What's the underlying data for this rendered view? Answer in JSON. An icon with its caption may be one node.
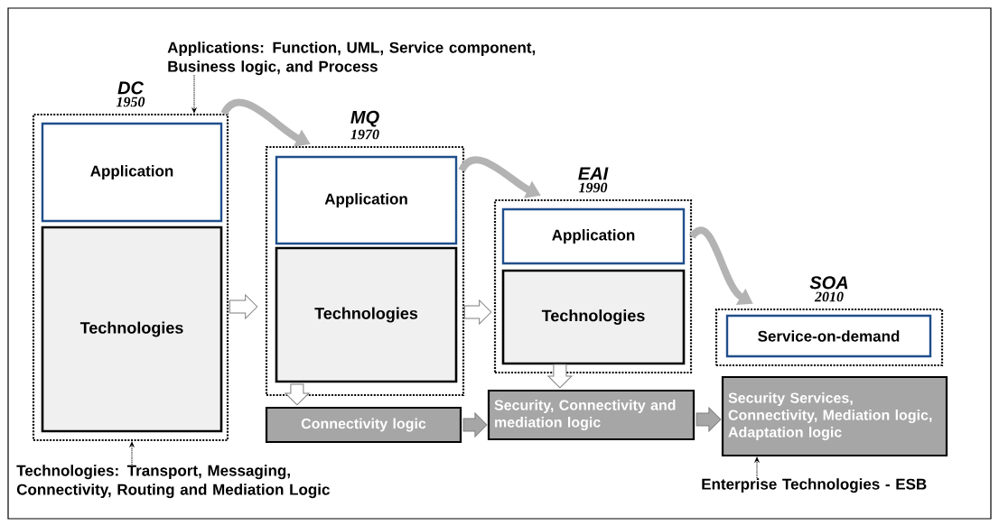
{
  "diagram": {
    "nodes": [
      {
        "text": [
          "DC",
          "1950"
        ]
      },
      {
        "text": [
          "Application"
        ],
        "in": 0
      },
      {
        "text": [
          "Technologies"
        ],
        "in": 0
      },
      {
        "text": [
          "MQ",
          "1970"
        ]
      },
      {
        "text": [
          "Application"
        ],
        "in": 3
      },
      {
        "text": [
          "Technologies"
        ],
        "in": 3
      },
      {
        "text": [
          "EAI",
          "1990"
        ]
      },
      {
        "text": [
          "Application"
        ],
        "in": 6
      },
      {
        "text": [
          "Technologies"
        ],
        "in": 6
      },
      {
        "text": [
          "SOA",
          "2010"
        ]
      },
      {
        "text": [
          "Service-on-demand"
        ],
        "in": 9
      },
      {
        "text": [
          "Connectivity logic"
        ]
      },
      {
        "text": [
          "Security, Connectivity and mediation logic"
        ]
      },
      {
        "text": [
          "Security Services, Connectivity, Mediation logic, Adaptation logic"
        ]
      },
      {
        "text": [
          "Applications: Function, UML, Service component, Business logic, and Process"
        ]
      },
      {
        "text": [
          "Technologies: Transport, Messaging, Connectivity, Routing and Mediation Logic"
        ]
      },
      {
        "text": [
          "Enterprise Technologies - ESB"
        ]
      }
    ],
    "edges": [
      {
        "from": 0,
        "to": 3,
        "arrow": "to",
        "style": "thick",
        "color": "#b3b3b3"
      },
      {
        "from": 3,
        "to": 6,
        "arrow": "to",
        "style": "thick",
        "color": "#b3b3b3"
      },
      {
        "from": 6,
        "to": 9,
        "arrow": "to",
        "style": "thick",
        "color": "#b3b3b3"
      },
      {
        "from": 2,
        "to": 5,
        "arrow": "to",
        "style": "thick"
      },
      {
        "from": 5,
        "to": 8,
        "arrow": "to",
        "style": "thick"
      },
      {
        "from": 3,
        "to": 11,
        "arrow": "to",
        "style": "thick"
      },
      {
        "from": 6,
        "to": 12,
        "arrow": "to",
        "style": "thick"
      },
      {
        "from": 11,
        "to": 12,
        "arrow": "to",
        "style": "thick",
        "color": "#a6a6a6"
      },
      {
        "from": 12,
        "to": 13,
        "arrow": "to",
        "style": "thick",
        "color": "#a6a6a6"
      },
      {
        "from": 14,
        "to": 0,
        "arrow": "to",
        "style": "dashed",
        "color": "#000000"
      },
      {
        "from": 15,
        "to": 0,
        "arrow": "to",
        "style": "dashed",
        "color": "#000000"
      },
      {
        "from": 16,
        "to": 13,
        "arrow": "to",
        "style": "dashed",
        "color": "#000000"
      }
    ]
  }
}
